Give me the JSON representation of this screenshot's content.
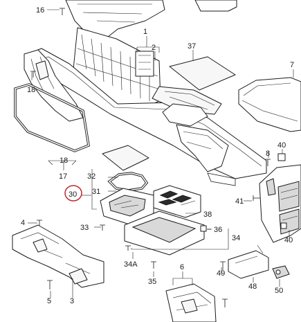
{
  "labels": {
    "l1": "1",
    "l2": "2",
    "l3": "3",
    "l4": "4",
    "l5": "5",
    "l6": "6",
    "l7": "7",
    "l8": "8",
    "l16": "16",
    "l17": "17",
    "l18a": "18",
    "l18b": "18",
    "l30": "30",
    "l31": "31",
    "l32": "32",
    "l33": "33",
    "l34a": "34",
    "l34A": "34A",
    "l35": "35",
    "l36": "36",
    "l37": "37",
    "l38": "38",
    "l40a": "40",
    "l40b": "40",
    "l41": "41",
    "l48": "48",
    "l49": "49",
    "l50": "50"
  },
  "highlight": {
    "label": "l30",
    "color": "#c1272d"
  }
}
